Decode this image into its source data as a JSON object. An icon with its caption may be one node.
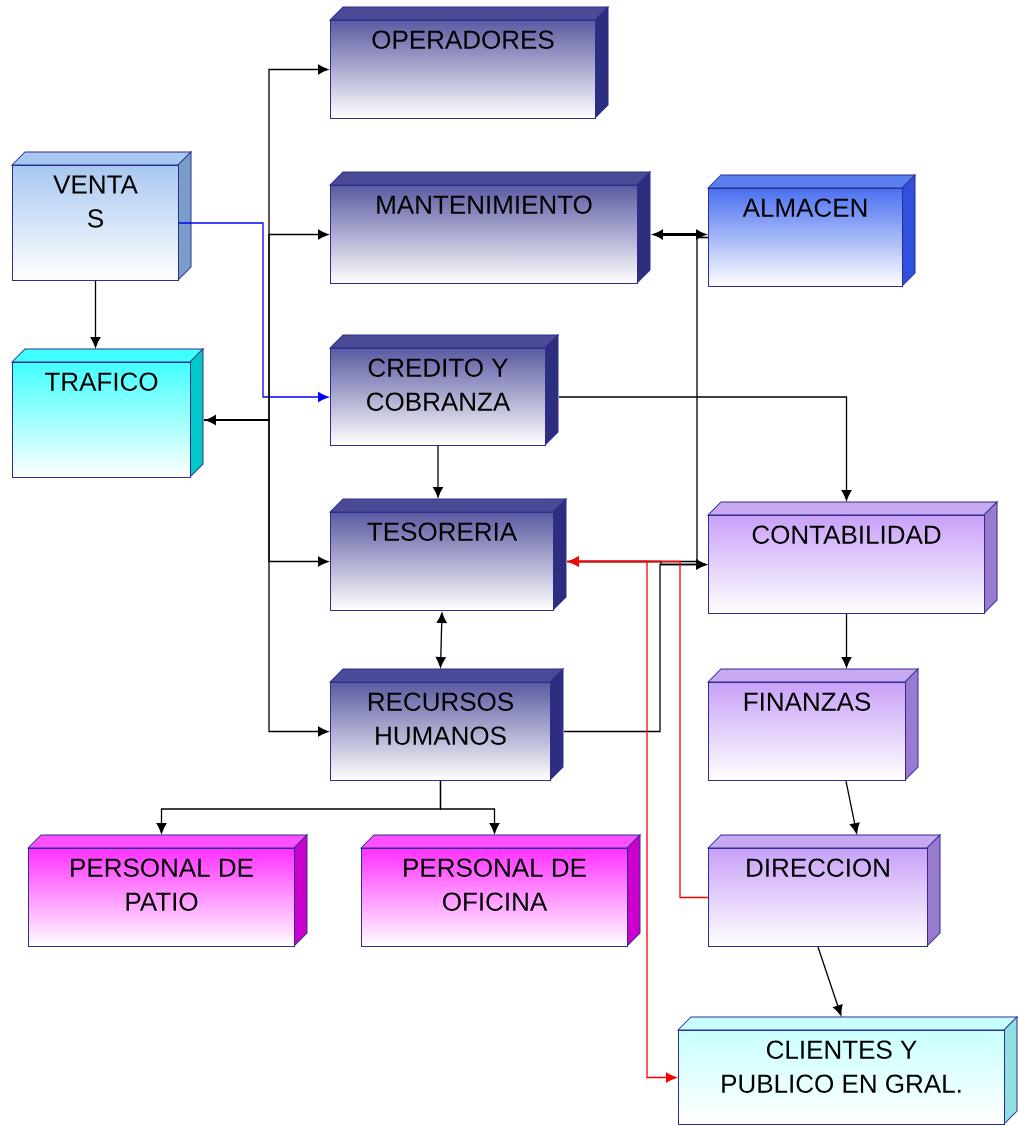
{
  "diagram": {
    "nodes": [
      {
        "text": [
          "OPERADORES"
        ]
      },
      {
        "text": [
          "VENTA S"
        ]
      },
      {
        "text": [
          "MANTENIMIENTO"
        ]
      },
      {
        "text": [
          "ALMACEN"
        ]
      },
      {
        "text": [
          "TRAFICO"
        ]
      },
      {
        "text": [
          "CREDITO Y COBRANZA"
        ]
      },
      {
        "text": [
          "TESORERIA"
        ]
      },
      {
        "text": [
          "CONTABILIDAD"
        ]
      },
      {
        "text": [
          "RECURSOS HUMANOS"
        ]
      },
      {
        "text": [
          "FINANZAS"
        ]
      },
      {
        "text": [
          "PERSONAL DE PATIO"
        ]
      },
      {
        "text": [
          "PERSONAL DE OFICINA"
        ]
      },
      {
        "text": [
          "DIRECCION"
        ]
      },
      {
        "text": [
          "CLIENTES Y PUBLICO EN GRAL."
        ]
      }
    ],
    "edges": [
      {
        "from": 1,
        "to": 4,
        "arrow": "to"
      },
      {
        "from": 1,
        "to": 5,
        "arrow": "to",
        "color": "#0000ff"
      },
      {
        "from": 4,
        "to": 0,
        "arrow": "to"
      },
      {
        "from": 4,
        "to": 2,
        "arrow": "to"
      },
      {
        "from": 4,
        "to": 6,
        "arrow": "both"
      },
      {
        "from": 4,
        "to": 8,
        "arrow": "to"
      },
      {
        "from": 2,
        "to": 3,
        "arrow": "both",
        "style": "thick"
      },
      {
        "from": 3,
        "to": 6,
        "arrow": "to"
      },
      {
        "from": 5,
        "to": 7,
        "arrow": "to"
      },
      {
        "from": 5,
        "to": 6,
        "arrow": "to"
      },
      {
        "from": 6,
        "to": 8,
        "arrow": "both"
      },
      {
        "from": 6,
        "to": 7,
        "arrow": "to"
      },
      {
        "from": 8,
        "to": 7,
        "arrow": "to"
      },
      {
        "from": 7,
        "to": 9,
        "arrow": "to"
      },
      {
        "from": 9,
        "to": 12,
        "arrow": "to"
      },
      {
        "from": 12,
        "to": 13,
        "arrow": "to"
      },
      {
        "from": 12,
        "to": 6,
        "arrow": "to",
        "color": "#ff0000"
      },
      {
        "from": 6,
        "to": 13,
        "arrow": "to",
        "color": "#ff0000"
      },
      {
        "from": 8,
        "to": 10,
        "arrow": "to"
      },
      {
        "from": 8,
        "to": 11,
        "arrow": "to"
      }
    ]
  }
}
